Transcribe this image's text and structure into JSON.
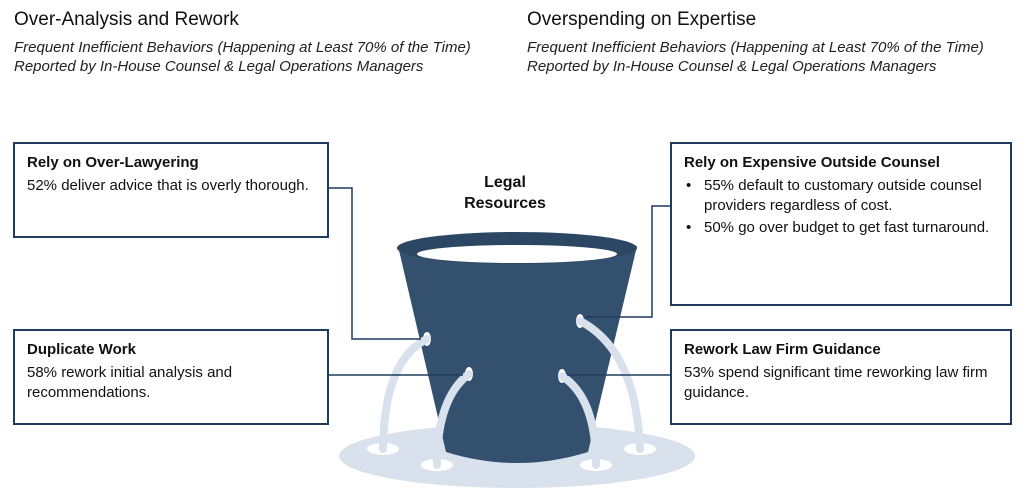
{
  "headings": {
    "left": {
      "title": "Over-Analysis and Rework",
      "subtitle": "Frequent Inefficient Behaviors (Happening at Least 70% of the Time) Reported by In-House Counsel & Legal Operations Managers"
    },
    "right": {
      "title": "Overspending on Expertise",
      "subtitle": "Frequent Inefficient Behaviors (Happening at Least 70% of the Time) Reported by In-House Counsel & Legal Operations Managers"
    }
  },
  "bucket": {
    "label": "Legal Resources"
  },
  "boxes": {
    "overlawyering": {
      "title": "Rely on Over-Lawyering",
      "text": "52% deliver advice that is overly thorough."
    },
    "duplicate": {
      "title": "Duplicate Work",
      "text": "58% rework initial analysis and recommendations."
    },
    "outside": {
      "title": "Rely on Expensive Outside Counsel",
      "bullets": [
        "55% default to customary outside counsel providers regardless of cost.",
        "50% go over budget to get fast turnaround."
      ],
      "bullet_char": "•"
    },
    "rework": {
      "title": "Rework Law Firm Guidance",
      "text": "53% spend significant time reworking law firm guidance."
    }
  },
  "colors": {
    "bucket": "#33506f",
    "bucket_top": "#2b4764",
    "water": "#ffffff",
    "puddle": "#d8e1ec",
    "stream": "#d8e1ec",
    "box_border": "#1f3b5e",
    "connector": "#1f3b5e"
  }
}
